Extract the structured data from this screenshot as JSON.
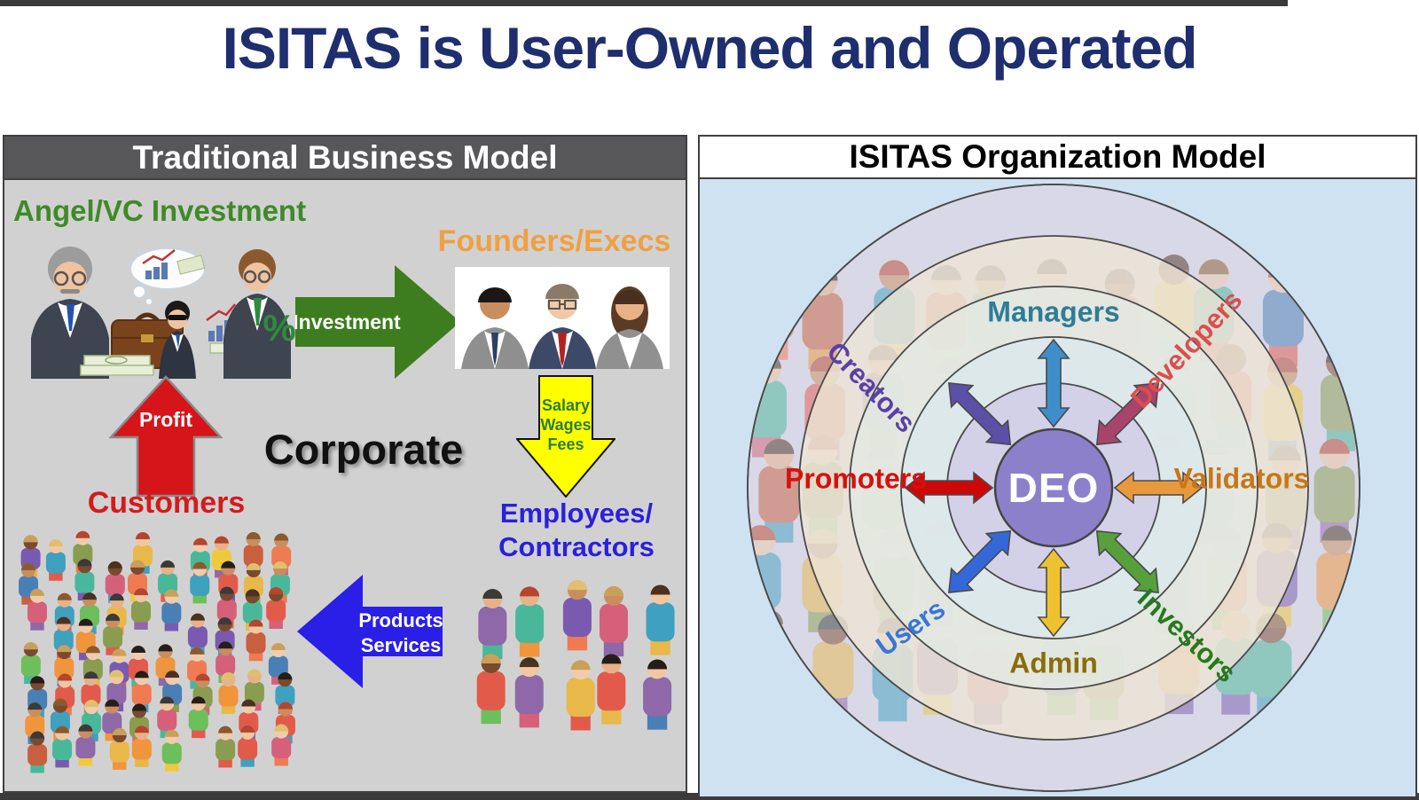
{
  "page": {
    "title": "ISITAS is User-Owned and Operated",
    "title_color": "#1e2e6e"
  },
  "left_panel": {
    "header": "Traditional Business Model",
    "header_bg": "#57575a",
    "angel_label": "Angel/VC Investment",
    "angel_color": "#3f8a28",
    "founders_label": "Founders/Execs",
    "founders_color": "#efa041",
    "corporate_label": "Corporate",
    "customers_label": "Customers",
    "customers_color": "#d41b1b",
    "employees_line1": "Employees/",
    "employees_line2": "Contractors",
    "employees_color": "#2a20dd",
    "investment_arrow": {
      "label": "Investment",
      "color": "#3e7d1f"
    },
    "salary_arrow": {
      "line1": "Salary",
      "line2": "Wages",
      "line3": "Fees",
      "color": "#ffff00",
      "text_color": "#2e7d32"
    },
    "profit_arrow": {
      "label": "Profit",
      "color": "#d51519"
    },
    "products_arrow": {
      "line1": "Products",
      "line2": "Services",
      "color": "#2a1fe6"
    },
    "clipart_percent": "%"
  },
  "right_panel": {
    "header": "ISITAS Organization Model",
    "body_bg": "#cfe2f2",
    "deo": {
      "label": "DEO",
      "circle_color": "#8d80ca"
    },
    "roles": [
      {
        "label": "Managers",
        "color": "#2e7d96"
      },
      {
        "label": "Developers",
        "color": "#d94f4f"
      },
      {
        "label": "Validators",
        "color": "#c87618"
      },
      {
        "label": "Investors",
        "color": "#257a1e"
      },
      {
        "label": "Admin",
        "color": "#8a6d0a"
      },
      {
        "label": "Users",
        "color": "#3b76d6"
      },
      {
        "label": "Promoters",
        "color": "#d90f0f"
      },
      {
        "label": "Creators",
        "color": "#5b3fa8"
      }
    ],
    "spoke_arrows": [
      {
        "direction": "up",
        "color": "#3e8ec9"
      },
      {
        "direction": "upper-right",
        "color": "#a8446b"
      },
      {
        "direction": "right",
        "color": "#e9993d"
      },
      {
        "direction": "lower-right",
        "color": "#57a03c"
      },
      {
        "direction": "down",
        "color": "#eec22e"
      },
      {
        "direction": "lower-left",
        "color": "#3467d8"
      },
      {
        "direction": "left",
        "color": "#cc0808"
      },
      {
        "direction": "upper-left",
        "color": "#5b4fa8"
      }
    ]
  }
}
